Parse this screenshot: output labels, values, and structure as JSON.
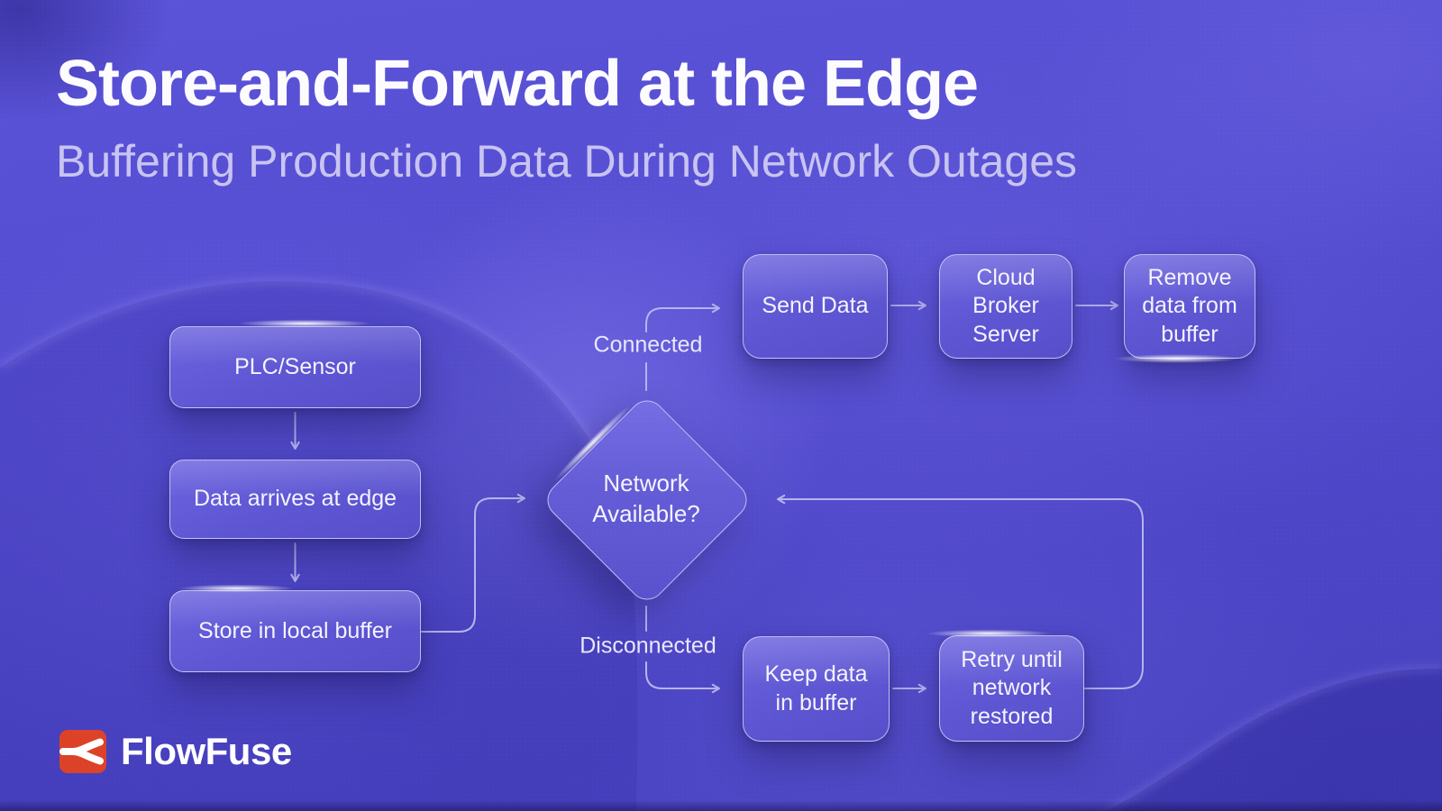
{
  "header": {
    "title": "Store-and-Forward at the Edge",
    "subtitle": "Buffering Production Data During Network Outages"
  },
  "flowchart": {
    "nodes": [
      {
        "id": "plc",
        "type": "process",
        "label": "PLC/Sensor"
      },
      {
        "id": "edge",
        "type": "process",
        "label": "Data arrives at edge"
      },
      {
        "id": "buffer",
        "type": "process",
        "label": "Store in local buffer"
      },
      {
        "id": "decision",
        "type": "decision",
        "label": "Network Available?"
      },
      {
        "id": "send",
        "type": "process",
        "label": "Send Data"
      },
      {
        "id": "cloud",
        "type": "process",
        "label": "Cloud Broker Server"
      },
      {
        "id": "remove",
        "type": "process",
        "label": "Remove data from buffer"
      },
      {
        "id": "keep",
        "type": "process",
        "label": "Keep data in buffer"
      },
      {
        "id": "retry",
        "type": "process",
        "label": "Retry until network restored"
      }
    ],
    "edge_labels": {
      "connected": "Connected",
      "disconnected": "Disconnected"
    }
  },
  "branding": {
    "logo_text": "FlowFuse"
  },
  "colors": {
    "background": "#4F48CC",
    "node_fill": "#6158D6",
    "node_border": "#D8D6FA",
    "connector": "#B7B4EE",
    "title": "#FCFCFF",
    "subtitle": "#C8C4F1",
    "logo_red": "#DC4227"
  }
}
